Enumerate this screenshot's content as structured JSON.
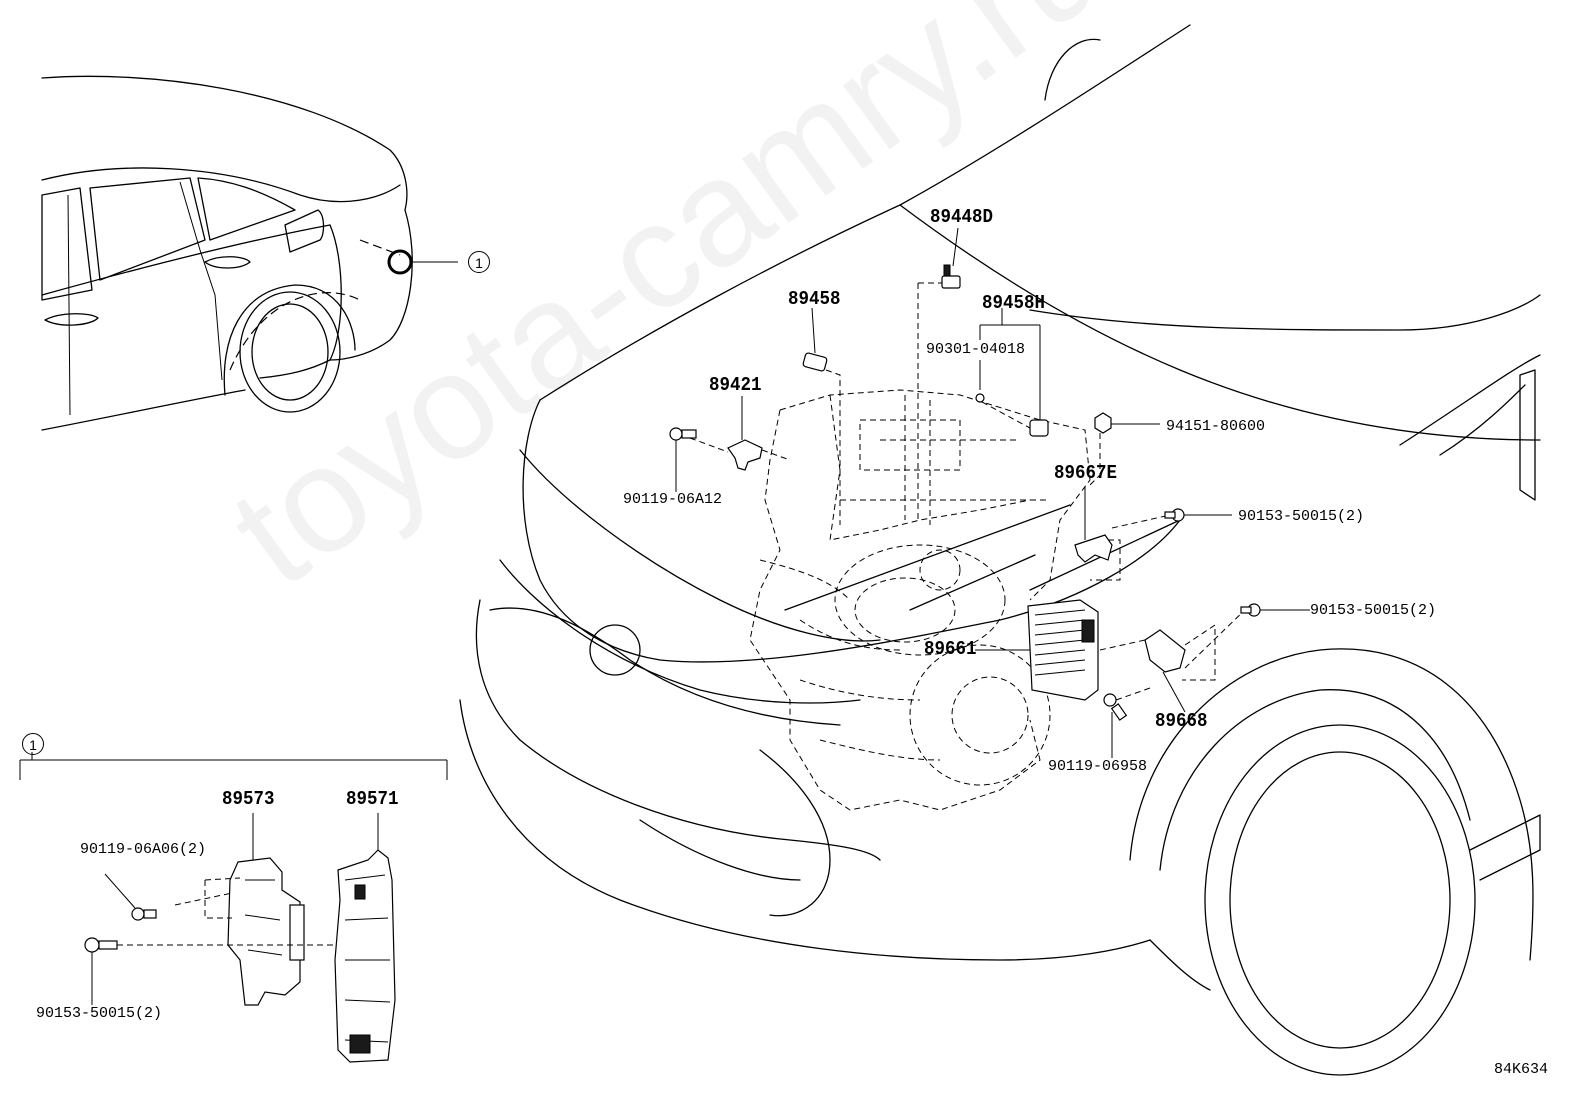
{
  "diagram_code": "84K634",
  "watermark": "toyota-camry.ru",
  "callout": {
    "number": "1"
  },
  "labels": {
    "p89448D": "89448D",
    "p89458": "89458",
    "p89458H": "89458H",
    "p90301_04018": "90301-04018",
    "p89421": "89421",
    "p94151_80600": "94151-80600",
    "p90119_06A12": "90119-06A12",
    "p89667E": "89667E",
    "p90153_a": "90153-50015(2)",
    "p90153_b": "90153-50015(2)",
    "p89661": "89661",
    "p89668": "89668",
    "p90119_06958": "90119-06958",
    "p89573": "89573",
    "p89571": "89571",
    "p90119_06A06": "90119-06A06(2)",
    "p90153_c": "90153-50015(2)"
  },
  "icons": [
    "callout-circle",
    "bolt-icon",
    "nut-icon",
    "sensor-icon",
    "ecu-icon",
    "bracket-icon"
  ]
}
